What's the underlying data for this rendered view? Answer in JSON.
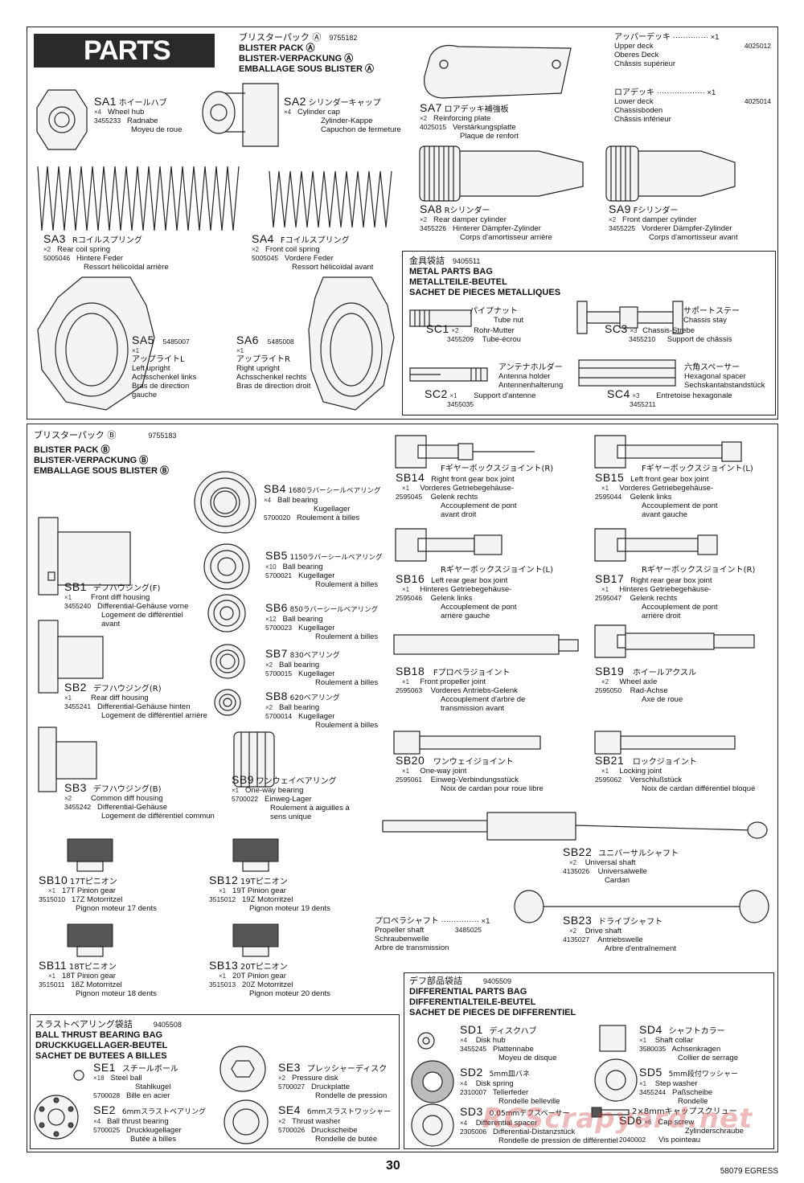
{
  "parts_title": "PARTS",
  "blister_a": {
    "jp": "ブリスターパック Ⓐ",
    "num": "9755182",
    "en": "BLISTER PACK Ⓐ",
    "de": "BLISTER-VERPACKUNG Ⓐ",
    "fr": "EMBALLAGE SOUS BLISTER Ⓐ"
  },
  "upper_deck": {
    "jp": "アッパーデッキ",
    "qty": "×1",
    "pn": "4025012",
    "en": "Upper deck",
    "de": "Oberes Deck",
    "fr": "Châssis supérieur"
  },
  "lower_deck": {
    "jp": "ロアデッキ",
    "qty": "×1",
    "pn": "4025014",
    "en": "Lower deck",
    "de": "Chassisboden",
    "fr": "Châssis inférieur"
  },
  "sa1": {
    "code": "SA1",
    "jp": "ホイールハブ",
    "qty": "×4",
    "pn": "3455233",
    "en": "Wheel hub",
    "de": "Radnabe",
    "fr": "Moyeu de roue"
  },
  "sa2": {
    "code": "SA2",
    "jp": "シリンダーキャップ",
    "qty": "×4",
    "en": "Cylinder cap",
    "de": "Zylinder-Kappe",
    "fr": "Capuchon de fermeture"
  },
  "sa7": {
    "code": "SA7",
    "jp": "ロアデッキ補強板",
    "qty": "×2",
    "pn": "4025015",
    "en": "Reinforcing plate",
    "de": "Verstärkungsplatte",
    "fr": "Plaque de renfort"
  },
  "sa3": {
    "code": "SA3",
    "jp": "Rコイルスプリング",
    "qty": "×2",
    "pn": "5005046",
    "en": "Rear coil spring",
    "de": "Hintere Feder",
    "fr": "Ressort hélicoïdal arrière"
  },
  "sa4": {
    "code": "SA4",
    "jp": "Fコイルスプリング",
    "qty": "×2",
    "pn": "5005045",
    "en": "Front coil spring",
    "de": "Vordere Feder",
    "fr": "Ressort hélicoïdal avant"
  },
  "sa8": {
    "code": "SA8",
    "jp": "Rシリンダー",
    "qty": "×2",
    "pn": "3455226",
    "en": "Rear damper cylinder",
    "de": "Hinterer Dämpfer-Zylinder",
    "fr": "Corps d'amortisseur arrière"
  },
  "sa9": {
    "code": "SA9",
    "jp": "Fシリンダー",
    "qty": "×2",
    "pn": "3455225",
    "en": "Front damper cylinder",
    "de": "Vorderer Dämpfer-Zylinder",
    "fr": "Corps d'amortisseur avant"
  },
  "sa5": {
    "code": "SA5",
    "num": "5485007",
    "qty": "×1",
    "jp": "アップライトL",
    "en": "Left upright",
    "de": "Achsschenkel links",
    "fr1": "Bras de direction",
    "fr2": "gauche"
  },
  "sa6": {
    "code": "SA6",
    "num": "5485008",
    "qty": "×1",
    "jp": "アップライトR",
    "en": "Right upright",
    "de": "Achsschenkel rechts",
    "fr": "Bras de direction droit"
  },
  "metal_bag": {
    "jp": "金具袋詰",
    "num": "9405511",
    "en": "METAL PARTS BAG",
    "de": "METALLTEILE-BEUTEL",
    "fr": "SACHET DE PIECES METALLIQUES"
  },
  "sc1": {
    "code": "SC1",
    "qty": "×2",
    "pn": "3455209",
    "jp": "パイプナット",
    "en": "Tube nut",
    "de": "Rohr-Mutter",
    "fr": "Tube-écrou"
  },
  "sc3": {
    "code": "SC3",
    "qty": "×3",
    "pn": "3455210",
    "jp": "サポートステー",
    "en": "Chassis stay",
    "de": "Chassis-Strebe",
    "fr": "Support de châssis"
  },
  "sc2": {
    "code": "SC2",
    "qty": "×1",
    "pn": "3455035",
    "jp": "アンテナホルダー",
    "en": "Antenna holder",
    "de": "Antennenhalterung",
    "fr": "Support d'antenne"
  },
  "sc4": {
    "code": "SC4",
    "qty": "×3",
    "pn": "3455211",
    "jp": "六角スペーサー",
    "en": "Hexagonal spacer",
    "de": "Sechskantabstandstück",
    "fr": "Entretoise hexagonale"
  },
  "blister_b": {
    "jp": "ブリスターパック Ⓑ",
    "num": "9755183",
    "en": "BLISTER PACK Ⓑ",
    "de": "BLISTER-VERPACKUNG Ⓑ",
    "fr": "EMBALLAGE SOUS BLISTER Ⓑ"
  },
  "sb4": {
    "code": "SB4",
    "jp": "1680ラバーシールベアリング",
    "qty": "×4",
    "pn": "5700020",
    "en": "Ball bearing",
    "de": "Kugellager",
    "fr": "Roulement à billes"
  },
  "sb5": {
    "code": "SB5",
    "jp": "1150ラバーシールベアリング",
    "qty": "×10",
    "pn": "5700021",
    "en": "Ball bearing",
    "de": "Kugellager",
    "fr": "Roulement à billes"
  },
  "sb6": {
    "code": "SB6",
    "jp": "850ラバーシールベアリング",
    "qty": "×12",
    "pn": "5700023",
    "en": "Ball bearing",
    "de": "Kugellager",
    "fr": "Roulement à billes"
  },
  "sb7": {
    "code": "SB7",
    "jp": "830ベアリング",
    "qty": "×2",
    "pn": "5700015",
    "en": "Ball bearing",
    "de": "Kugellager",
    "fr": "Roulement à billes"
  },
  "sb8": {
    "code": "SB8",
    "jp": "620ベアリング",
    "qty": "×2",
    "pn": "5700014",
    "en": "Ball bearing",
    "de": "Kugellager",
    "fr": "Roulement à billes"
  },
  "sb9": {
    "code": "SB9",
    "jp": "ワンウェイベアリング",
    "qty": "×1",
    "pn": "5700022",
    "en": "One-way bearing",
    "de": "Einweg-Lager",
    "fr1": "Roulement à aiguilles à",
    "fr2": "sens unique"
  },
  "sb1": {
    "code": "SB1",
    "jp": "デフハウジング(F)",
    "qty": "×1",
    "pn": "3455240",
    "en": "Front diff housing",
    "de": "Differential-Gehäuse vorne",
    "fr1": "Logement de différentiel",
    "fr2": "avant"
  },
  "sb2": {
    "code": "SB2",
    "jp": "デフハウジング(R)",
    "qty": "×1",
    "pn": "3455241",
    "en": "Rear diff housing",
    "de": "Differential-Gehäuse hinten",
    "fr": "Logement de différentiel arrière"
  },
  "sb3": {
    "code": "SB3",
    "jp": "デフハウジング(B)",
    "qty": "×2",
    "pn": "3455242",
    "en": "Common diff housing",
    "de": "Differential-Gehäuse",
    "fr": "Logement de différentiel commun"
  },
  "sb14": {
    "code": "SB14",
    "jp": "Fギヤーボックスジョイント(R)",
    "qty": "×1",
    "pn": "2595045",
    "en": "Right front gear box joint",
    "de": "Vorderes Getriebegehäuse-",
    "de2": "Gelenk rechts",
    "fr1": "Accouplement de pont",
    "fr2": "avant droit"
  },
  "sb15": {
    "code": "SB15",
    "jp": "Fギヤーボックスジョイント(L)",
    "qty": "×1",
    "pn": "2595044",
    "en": "Left front gear box joint",
    "de": "Vorderes Getriebegehäuse-",
    "de2": "Gelenk links",
    "fr1": "Accouplement de pont",
    "fr2": "avant gauche"
  },
  "sb16": {
    "code": "SB16",
    "jp": "Rギヤーボックスジョイント(L)",
    "qty": "×1",
    "pn": "2595046",
    "en": "Left rear gear box joint",
    "de": "Hinteres Getriebegehäuse-",
    "de2": "Gelenk links",
    "fr1": "Accouplement de pont",
    "fr2": "arrière gauche"
  },
  "sb17": {
    "code": "SB17",
    "jp": "Rギヤーボックスジョイント(R)",
    "qty": "×1",
    "pn": "2595047",
    "en": "Right rear gear box joint",
    "de": "Hinteres Getriebegehäuse-",
    "de2": "Gelenk rechts",
    "fr1": "Accouplement de pont",
    "fr2": "arrière droit"
  },
  "sb18": {
    "code": "SB18",
    "jp": "Fプロペラジョイント",
    "qty": "×1",
    "pn": "2595063",
    "en": "Front propeller joint",
    "de": "Vorderes Antriebs-Gelenk",
    "fr1": "Accouplement d'arbre de",
    "fr2": "transmission avant"
  },
  "sb19": {
    "code": "SB19",
    "jp": "ホイールアクスル",
    "qty": "×2",
    "pn": "2595050",
    "en": "Wheel axle",
    "de": "Rad-Achse",
    "fr": "Axe de roue"
  },
  "sb20": {
    "code": "SB20",
    "jp": "ワンウェイジョイント",
    "qty": "×1",
    "pn": "2595061",
    "en": "One-way joint",
    "de": "Einweg-Verbindungsstück",
    "fr": "Noix de cardan pour roue libre"
  },
  "sb21": {
    "code": "SB21",
    "jp": "ロックジョイント",
    "qty": "×1",
    "pn": "2595062",
    "en": "Locking joint",
    "de": "Verschlußstück",
    "fr": "Noix de cardan différentiel bloqué"
  },
  "sb22": {
    "code": "SB22",
    "jp": "ユニバーサルシャフト",
    "qty": "×2",
    "pn": "4135026",
    "en": "Universal shaft",
    "de": "Universalwelle",
    "fr": "Cardan"
  },
  "sb23": {
    "code": "SB23",
    "jp": "ドライブシャフト",
    "qty": "×2",
    "pn": "4135027",
    "en": "Drive shaft",
    "de": "Antriebswelle",
    "fr": "Arbre d'entraînement"
  },
  "propeller": {
    "jp": "プロペラシャフト",
    "qty": "×1",
    "pn": "3485025",
    "en": "Propeller shaft",
    "de": "Schraubenwelle",
    "fr": "Arbre de transmission"
  },
  "sb10": {
    "code": "SB10",
    "jp": "17Tピニオン",
    "qty": "×1",
    "pn": "3515010",
    "en": "17T Pinion gear",
    "de": "17Z Motorritzel",
    "fr": "Pignon moteur 17 dents"
  },
  "sb12": {
    "code": "SB12",
    "jp": "19Tピニオン",
    "qty": "×1",
    "pn": "3515012",
    "en": "19T Pinion gear",
    "de": "19Z Motorritzel",
    "fr": "Pignon moteur 19 dents"
  },
  "sb11": {
    "code": "SB11",
    "jp": "18Tピニオン",
    "qty": "×1",
    "pn": "3515011",
    "en": "18T Pinion gear",
    "de": "18Z Motorritzel",
    "fr": "Pignon moteur 18 dents"
  },
  "sb13": {
    "code": "SB13",
    "jp": "20Tピニオン",
    "qty": "×1",
    "pn": "3515013",
    "en": "20T Pinion gear",
    "de": "20Z Motorritzel",
    "fr": "Pignon moteur 20 dents"
  },
  "thrust_bag": {
    "jp": "スラストベアリング袋詰",
    "num": "9405508",
    "en": "BALL THRUST BEARING BAG",
    "de": "DRUCKKUGELLAGER-BEUTEL",
    "fr": "SACHET DE BUTEES A BILLES"
  },
  "se1": {
    "code": "SE1",
    "jp": "スチールボール",
    "qty": "×18",
    "pn": "5700028",
    "en": "Steel ball",
    "de": "Stahlkugel",
    "fr": "Bille en acier"
  },
  "se3": {
    "code": "SE3",
    "jp": "プレッシャーディスク",
    "qty": "×2",
    "pn": "5700027",
    "en": "Pressure disk",
    "de": "Druckplatte",
    "fr": "Rondelle de pression"
  },
  "se2": {
    "code": "SE2",
    "jp": "6mmスラストベアリング",
    "qty": "×4",
    "pn": "5700025",
    "en": "Ball thrust bearing",
    "de": "Druckkugellager",
    "fr": "Butée à billes"
  },
  "se4": {
    "code": "SE4",
    "jp": "6mmスラストワッシャー",
    "qty": "×2",
    "pn": "5700026",
    "en": "Thrust washer",
    "de": "Druckscheibe",
    "fr": "Rondelle de butée"
  },
  "diff_bag": {
    "jp": "デフ部品袋詰",
    "num": "9405509",
    "en": "DIFFERENTIAL PARTS BAG",
    "de": "DIFFERENTIALTEILE-BEUTEL",
    "fr": "SACHET DE PIECES DE DIFFERENTIEL"
  },
  "sd1": {
    "code": "SD1",
    "jp": "ディスクハブ",
    "qty": "×4",
    "pn": "3455245",
    "en": "Disk hub",
    "de": "Plattennabe",
    "fr": "Moyeu de disque"
  },
  "sd4": {
    "code": "SD4",
    "jp": "シャフトカラー",
    "qty": "×1",
    "pn": "3580035",
    "en": "Shaft collar",
    "de": "Achsenkragen",
    "fr": "Collier de serrage"
  },
  "sd2": {
    "code": "SD2",
    "jp": "5mm皿バネ",
    "qty": "×4",
    "pn": "2310007",
    "en": "Disk spring",
    "de": "Tellerfeder",
    "fr": "Rondelle belleville"
  },
  "sd5": {
    "code": "SD5",
    "jp": "5mm段付ワッシャー",
    "qty": "×1",
    "pn": "3455244",
    "en": "Step washer",
    "de": "Paßscheibe",
    "fr": "Rondelle"
  },
  "sd3": {
    "code": "SD3",
    "jp": "0.05mmデフスペーサー",
    "qty": "×4",
    "pn": "2305006",
    "en": "Differential spacer",
    "de": "Differential-Distanzstück",
    "fr": "Rondelle de pression de différentiel"
  },
  "sd6": {
    "code": "SD6",
    "jp": "2×8mmキャップスクリュー",
    "qty": "×6",
    "pn": "2040002",
    "en": "Cap screw",
    "de": "Zylinderschraube",
    "fr": "Vis pointeau"
  },
  "page_number": "30",
  "footer": "58079 EGRESS",
  "watermark": "RCScrapyard.net"
}
